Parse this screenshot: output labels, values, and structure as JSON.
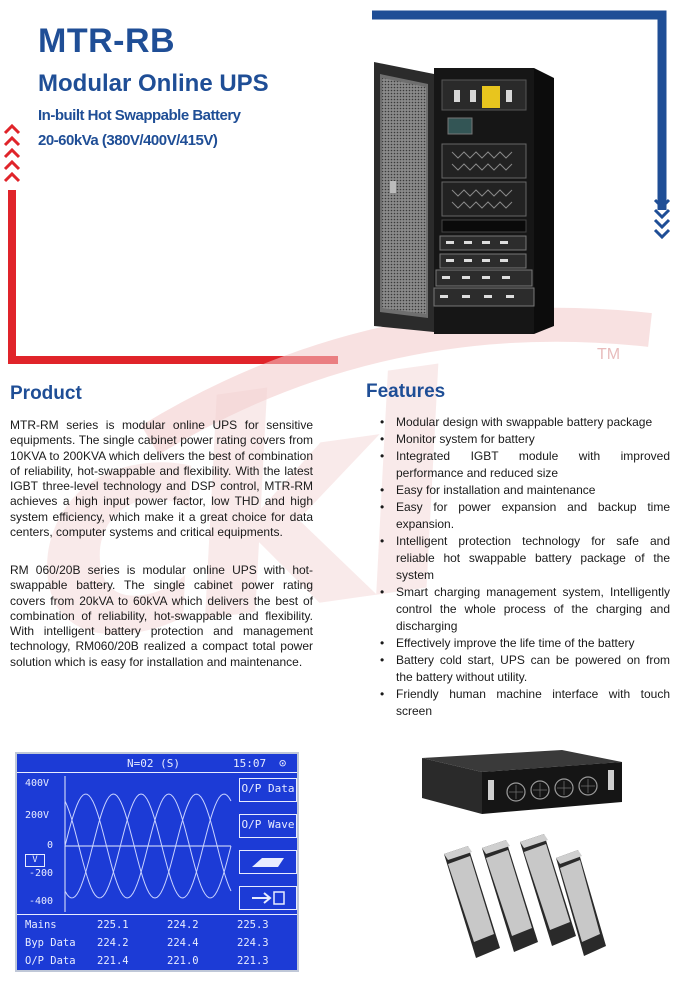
{
  "header": {
    "model": "MTR-RB",
    "product_name": "Modular Online UPS",
    "tagline_1": "In-built Hot Swappable Battery",
    "tagline_2": "20-60kVa (380V/400V/415V)"
  },
  "watermark": {
    "text": "ckl",
    "tm": "TM"
  },
  "product": {
    "heading": "Product",
    "paragraph_1": "MTR-RM series is modular online UPS for sensitive equipments. The single cabinet power rating covers from 10KVA to 200KVA which delivers the best of combination of reliability, hot-swappable and flexibility. With the latest IGBT three-level technology and DSP control, MTR-RM achieves a high input power factor, low THD and high system efficiency, which make it a great choice for data centers, computer systems and critical equipments.",
    "paragraph_2": "RM 060/20B series is modular online UPS with hot-swappable battery. The single cabinet power rating covers from 20kVA to 60kVA which delivers the best of combination of reliability, hot-swappable and flexibility. With intelligent battery protection and management technology, RM060/20B realized a compact total power solution which is easy for installation and maintenance."
  },
  "features": {
    "heading": "Features",
    "items": [
      "Modular design with swappable battery package",
      "Monitor system for battery",
      "Integrated IGBT module with improved performance and reduced size",
      "Easy for installation and maintenance",
      "Easy for power expansion and backup time expansion.",
      "Intelligent protection technology for safe and reliable hot swappable battery package of the system",
      "Smart charging management system, Intelligently control the whole process of the charging and discharging",
      "Effectively improve the life time of the battery",
      "Battery cold start, UPS can be powered on from the battery without utility.",
      "Friendly human machine interface with touch screen"
    ]
  },
  "lcd": {
    "header_center": "N=02 (S)",
    "header_time": "15:07",
    "y_labels": [
      "400V",
      "200V",
      "0",
      "-200",
      "-400"
    ],
    "v_box": "V",
    "buttons": {
      "op_data": "O/P Data",
      "op_wave": "O/P Wave"
    },
    "table": [
      {
        "label": "Mains",
        "v1": "225.1",
        "v2": "224.2",
        "v3": "225.3"
      },
      {
        "label": "Byp Data",
        "v1": "224.2",
        "v2": "224.4",
        "v3": "224.3"
      },
      {
        "label": "O/P Data",
        "v1": "221.4",
        "v2": "221.0",
        "v3": "221.3"
      }
    ]
  },
  "colors": {
    "brand_blue": "#1f4e96",
    "accent_red": "#e0242a",
    "lcd_blue": "#1c3bd6"
  }
}
